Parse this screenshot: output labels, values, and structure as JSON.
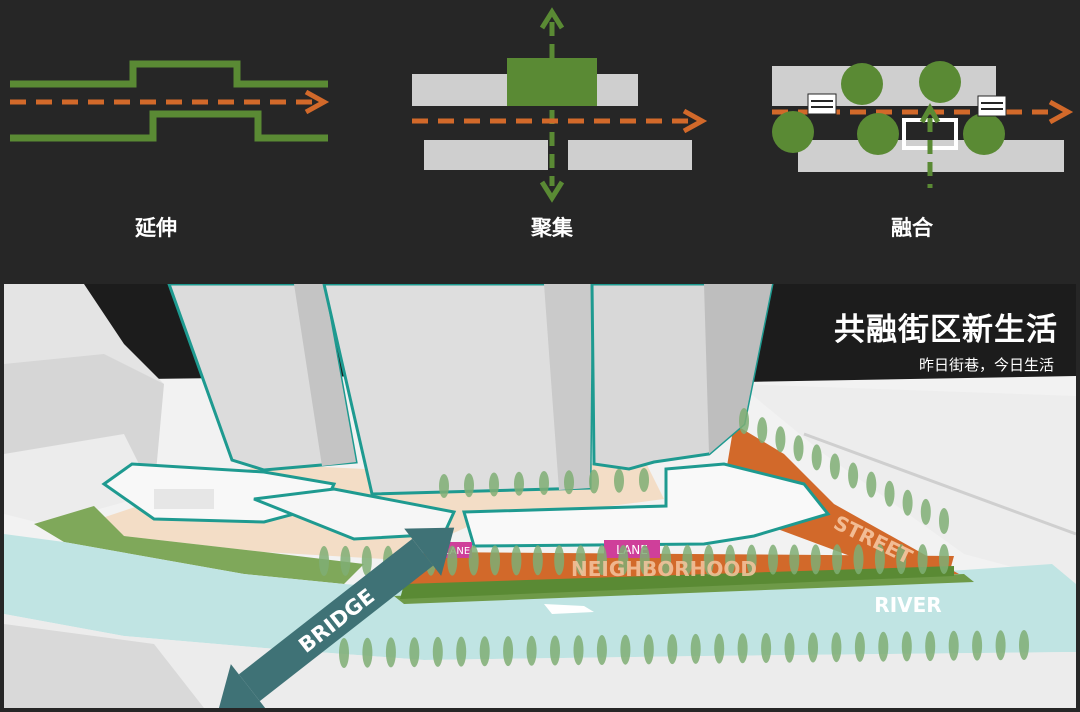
{
  "concepts": [
    {
      "label": "延伸",
      "icon": "extension-diagram"
    },
    {
      "label": "聚集",
      "icon": "aggregation-diagram"
    },
    {
      "label": "融合",
      "icon": "integration-diagram"
    }
  ],
  "aerial": {
    "title": "共融街区新生活",
    "subtitle": "昨日街巷，今日生活",
    "labels": {
      "bridge": "BRIDGE",
      "street": "STREET",
      "neighborhood": "NEIGHBORHOOD",
      "river": "RIVER",
      "lane_left": "LANE",
      "lane_right": "LANE"
    }
  },
  "colors": {
    "background": "#262626",
    "green": "#5a8a34",
    "orange": "#d2692a",
    "gray": "#cfcfcf",
    "teal_outline": "#1e9a90",
    "river": "#bfe3e2",
    "bridge_arrow": "#3f7276",
    "lane_badge": "#cf3f9a"
  }
}
